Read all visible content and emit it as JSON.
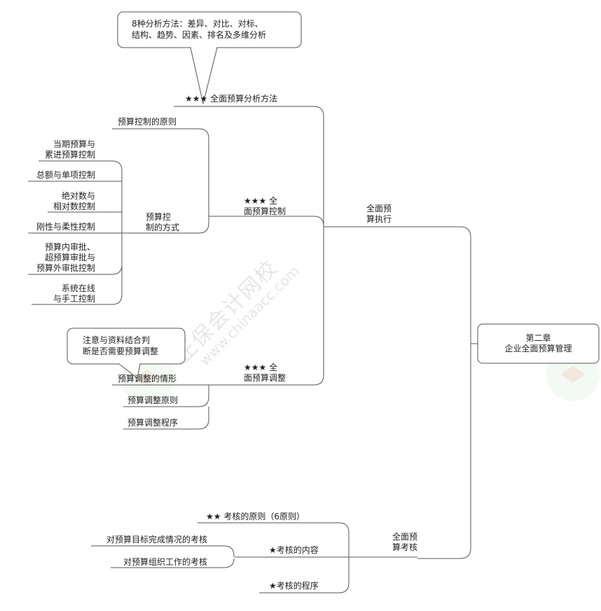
{
  "callouts": {
    "methods": [
      "8种分析方法：差异、对比、对标、",
      "结构、趋势、因素、排名及多维分析"
    ],
    "adjust_note": [
      "注意与资料结合判",
      "断是否需要预算调整"
    ]
  },
  "root": [
    "第二章",
    "企业全面预算管理"
  ],
  "execution": {
    "label": [
      "全面预",
      "算执行"
    ],
    "analysis": "★★★ 全面预算分析方法",
    "control": {
      "label": [
        "★★★ 全",
        "面预算控制"
      ],
      "principle": "预算控制的原则",
      "methods_label": [
        "预算控",
        "制的方式"
      ],
      "methods": [
        [
          "当期预算与",
          "累进预算控制"
        ],
        [
          "总额与单项控制"
        ],
        [
          "绝对数与",
          "相对数控制"
        ],
        [
          "刚性与柔性控制"
        ],
        [
          "预算内审批、",
          "超预算审批与",
          "预算外审批控制"
        ],
        [
          "系统在线",
          "与手工控制"
        ]
      ]
    },
    "adjustment": {
      "label": [
        "★★★ 全",
        "面预算调整"
      ],
      "items": [
        "预算调整的情形",
        "预算调整原则",
        "预算调整程序"
      ]
    }
  },
  "assessment": {
    "label": [
      "全面预",
      "算考核"
    ],
    "principle": "★★ 考核的原则（6原则）",
    "content": "★考核的内容",
    "content_items": [
      "对预算目标完成情况的考核",
      "对预算组织工作的考核"
    ],
    "procedure": "★考核的程序"
  },
  "watermark": {
    "text": "正保会计网校",
    "url": "www.chinaacc.com"
  }
}
